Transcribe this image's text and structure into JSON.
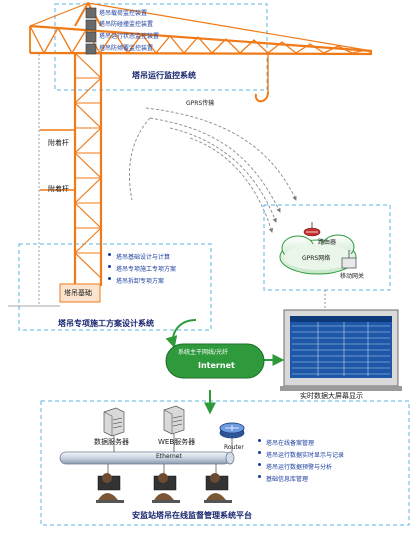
{
  "crane": {
    "devices": [
      "塔吊载荷监控装置",
      "塔吊防碰撞监控装置",
      "塔吊运行状态监控装置",
      "塔吊防倾覆监控装置"
    ],
    "monitor_system_label": "塔吊运行监控系统",
    "gprs_label": "GPRS传输",
    "attach_rods": [
      "附着杆",
      "附着杆"
    ],
    "foundation_label": "塔吊基础"
  },
  "design_system": {
    "items": [
      "塔吊基础设计与计算",
      "塔吊专项施工专项方案",
      "塔吊拆卸专项方案"
    ],
    "title": "塔吊专项施工方案设计系统"
  },
  "gprs_network": {
    "router_label": "路由器",
    "network_label": "GPRS网络",
    "gateway_label": "移动网关"
  },
  "internet": {
    "line1": "系统主干网线/光纤",
    "line2": "Internet"
  },
  "screen": {
    "label": "实时数据大屏幕显示"
  },
  "platform": {
    "data_server": "数据服务器",
    "web_server": "WEB服务器",
    "ethernet": "Ethernet",
    "router": "Router",
    "functions": [
      "塔吊在线备案管理",
      "塔吊运行数据实时显示与记录",
      "塔吊运行数据预警与分析",
      "基础信息库管理"
    ],
    "title": "安监站塔吊在线监督管理系统平台"
  },
  "colors": {
    "crane_orange": "#f07a17",
    "dash_blue": "#58b6e0",
    "cloud_green": "#2e9a3c",
    "text_blue": "#1a3d9e"
  }
}
